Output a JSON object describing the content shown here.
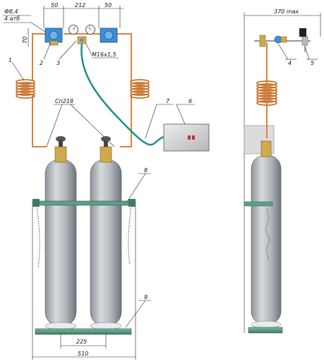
{
  "dimensions": {
    "left_span": "50",
    "center_span": "212",
    "right_span": "50",
    "offset": "70",
    "tube_dia": "Ф8,4",
    "pressure": "4 атб",
    "thread": "M16х1,5",
    "solder": "Сп218",
    "base_inner": "225",
    "base_outer": "510",
    "side_width": "370 max"
  },
  "callouts": [
    "1",
    "2",
    "3",
    "4",
    "5",
    "6",
    "7",
    "8",
    "9"
  ],
  "colors": {
    "cylinder": "#b7bcc3",
    "cylinder_shade": "#7d848c",
    "copper": "#d8843a",
    "hose": "#1e8f8a",
    "base": "#5f9e86",
    "regulator": "#3d8ed6",
    "box": "#d4d4d4"
  }
}
